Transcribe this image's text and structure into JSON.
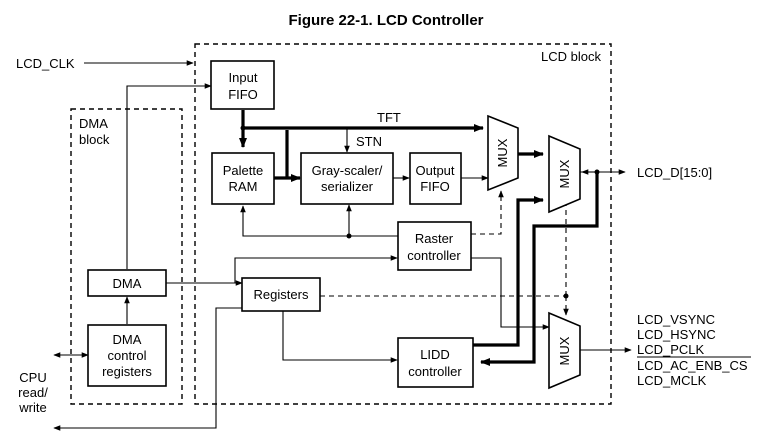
{
  "title": "Figure 22-1. LCD Controller",
  "regions": {
    "lcd_block": "LCD block",
    "dma_block": [
      "DMA",
      "block"
    ]
  },
  "blocks": {
    "input_fifo": [
      "Input",
      "FIFO"
    ],
    "palette_ram": [
      "Palette",
      "RAM"
    ],
    "gray_scaler": [
      "Gray-scaler/",
      "serializer"
    ],
    "output_fifo": [
      "Output",
      "FIFO"
    ],
    "raster_controller": [
      "Raster",
      "controller"
    ],
    "registers": "Registers",
    "lidd_controller": [
      "LIDD",
      "controller"
    ],
    "dma": "DMA",
    "dma_control_registers": [
      "DMA",
      "control",
      "registers"
    ],
    "mux": "MUX"
  },
  "paths": {
    "tft": "TFT",
    "stn": "STN"
  },
  "signals": {
    "lcd_clk": "LCD_CLK",
    "lcd_d": "LCD_D[15:0]",
    "cpu": [
      "CPU",
      "read/",
      "write"
    ],
    "outputs": [
      "LCD_VSYNC",
      "LCD_HSYNC",
      "LCD_PCLK",
      "LCD_AC_ENB_CS",
      "LCD_MCLK"
    ]
  }
}
